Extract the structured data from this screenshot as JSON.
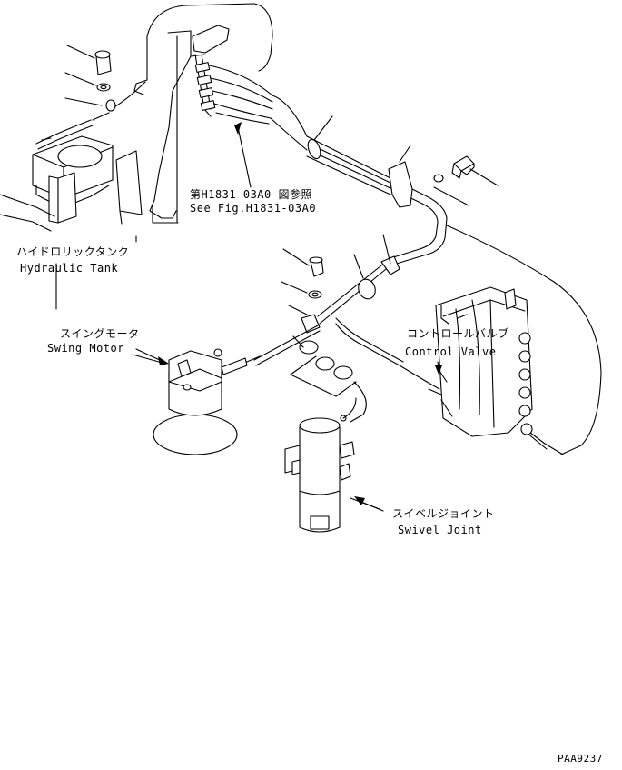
{
  "labels": {
    "see_fig_jp": "第H1831-03A0 図参照",
    "see_fig_en": "See Fig.H1831-03A0",
    "hydraulic_tank_jp": "ハイドロリックタンク",
    "hydraulic_tank_en": "Hydraulic Tank",
    "swing_motor_jp": "スイングモータ",
    "swing_motor_en": "Swing Motor",
    "control_valve_jp": "コントロールバルブ",
    "control_valve_en": "Control Valve",
    "swivel_joint_jp": "スイベルジョイント",
    "swivel_joint_en": "Swivel Joint",
    "drawing_code": "PAA9237"
  }
}
